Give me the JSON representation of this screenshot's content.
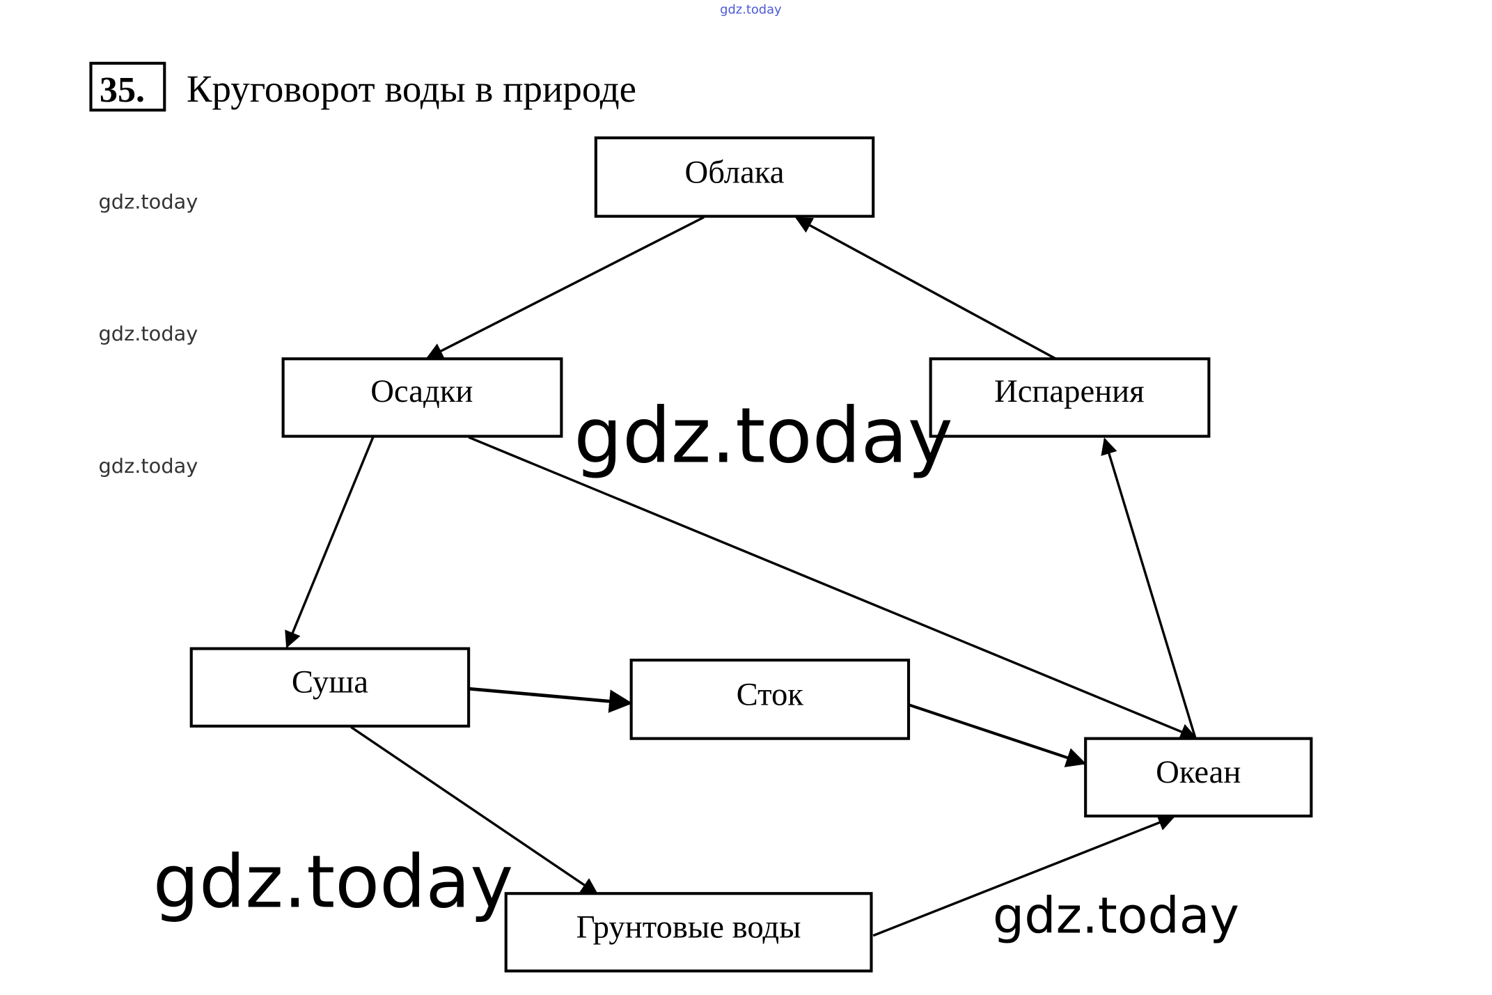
{
  "problem": {
    "number": "35.",
    "title": "Круговорот воды в природе"
  },
  "nodes": {
    "clouds": "Облака",
    "precipitation": "Осадки",
    "evaporation": "Испарения",
    "land": "Суша",
    "runoff": "Сток",
    "ocean": "Океан",
    "groundwater": "Грунтовые воды"
  },
  "edges": [
    {
      "from": "Облака",
      "to": "Осадки"
    },
    {
      "from": "Испарения",
      "to": "Облака"
    },
    {
      "from": "Осадки",
      "to": "Суша"
    },
    {
      "from": "Осадки",
      "to": "Океан"
    },
    {
      "from": "Океан",
      "to": "Испарения"
    },
    {
      "from": "Суша",
      "to": "Сток"
    },
    {
      "from": "Сток",
      "to": "Океан"
    },
    {
      "from": "Суша",
      "to": "Грунтовые воды"
    },
    {
      "from": "Грунтовые воды",
      "to": "Океан"
    }
  ],
  "watermark": "gdz.today"
}
